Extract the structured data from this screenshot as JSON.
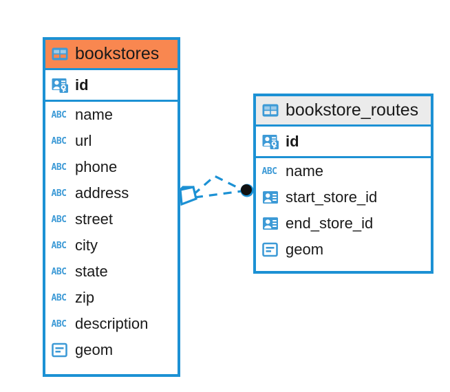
{
  "diagram": {
    "type": "entity-relationship-diagram",
    "colors": {
      "border": "#1C91D4",
      "highlight_header": "#F98750",
      "normal_header": "#ebebeb",
      "icon_blue": "#3d9ad6",
      "relation_line": "#1C91D4",
      "relation_endpoint_fill": "#111111",
      "background": "#ffffff"
    },
    "entities": [
      {
        "name": "bookstores",
        "header_style": "highlighted-orange",
        "header_icon": "table-icon",
        "fields": [
          {
            "name": "id",
            "icon": "primary-key-icon",
            "type": "primary-key"
          },
          {
            "name": "name",
            "icon": "abc-text-icon",
            "type": "text"
          },
          {
            "name": "url",
            "icon": "abc-text-icon",
            "type": "text"
          },
          {
            "name": "phone",
            "icon": "abc-text-icon",
            "type": "text"
          },
          {
            "name": "address",
            "icon": "abc-text-icon",
            "type": "text"
          },
          {
            "name": "street",
            "icon": "abc-text-icon",
            "type": "text"
          },
          {
            "name": "city",
            "icon": "abc-text-icon",
            "type": "text"
          },
          {
            "name": "state",
            "icon": "abc-text-icon",
            "type": "text"
          },
          {
            "name": "zip",
            "icon": "abc-text-icon",
            "type": "text"
          },
          {
            "name": "description",
            "icon": "abc-text-icon",
            "type": "text"
          },
          {
            "name": "geom",
            "icon": "geometry-icon",
            "type": "geometry"
          }
        ]
      },
      {
        "name": "bookstore_routes",
        "header_style": "normal-gray",
        "header_icon": "table-icon",
        "fields": [
          {
            "name": "id",
            "icon": "primary-key-icon",
            "type": "primary-key"
          },
          {
            "name": "name",
            "icon": "abc-text-icon",
            "type": "text"
          },
          {
            "name": "start_store_id",
            "icon": "foreign-key-icon",
            "type": "foreign-key"
          },
          {
            "name": "end_store_id",
            "icon": "foreign-key-icon",
            "type": "foreign-key"
          },
          {
            "name": "geom",
            "icon": "geometry-icon",
            "type": "geometry"
          }
        ]
      }
    ],
    "relationships": [
      {
        "from": "bookstores",
        "to": "bookstore_routes",
        "style": "dashed",
        "source_marker": "crowsfoot-diamond",
        "target_marker": "filled-circle"
      }
    ]
  }
}
